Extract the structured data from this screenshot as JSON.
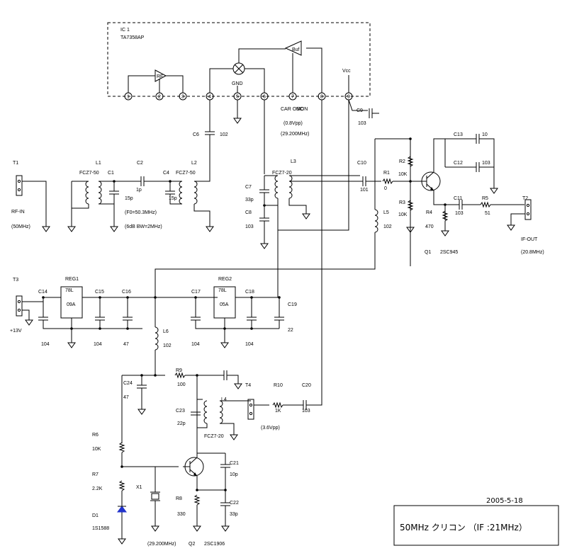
{
  "ic": {
    "label": "IC 1",
    "part": "TA7358AP",
    "pins": [
      "1",
      "2",
      "3",
      "4",
      "5",
      "6",
      "7",
      "8",
      "9"
    ],
    "rf_label": "RF",
    "mixer_gnd": "GND",
    "buf_label": "Buf",
    "car_osc": "CAR OSC",
    "mon": "MON",
    "vcc": "Vcc"
  },
  "notes": {
    "osc_level": "(0.8Vpp)",
    "osc_freq": "(29.200MHz)",
    "f0": "(F0=50.3MHz)",
    "bw": "(6dB BW=2MHz)"
  },
  "t1": {
    "ref": "T1",
    "name": "RF-IN",
    "freq": "(50MHz)"
  },
  "t2": {
    "ref": "T2",
    "name": "IF-OUT",
    "freq": "(20.8MHz)"
  },
  "t3": {
    "ref": "T3",
    "volt": "+13V"
  },
  "t4": {
    "ref": "T4",
    "level": "(3.6Vpp)"
  },
  "parts": {
    "L1": {
      "ref": "L1",
      "part": "FCZ7-50"
    },
    "L2": {
      "ref": "L2",
      "part": "FCZ7-50"
    },
    "L3": {
      "ref": "L3",
      "part": "FCZ7-20"
    },
    "L4": {
      "ref": "L4",
      "part": "FCZ7-20"
    },
    "L5": {
      "ref": "L5",
      "value": "102"
    },
    "L6": {
      "ref": "L6",
      "value": "102"
    },
    "C1": {
      "ref": "C1",
      "value": "15p"
    },
    "C2": {
      "ref": "C2",
      "value": "1p"
    },
    "C4": {
      "ref": "C4",
      "value": "15p"
    },
    "C6": {
      "ref": "C6",
      "value": "102"
    },
    "C7": {
      "ref": "C7",
      "value": "33p"
    },
    "C8": {
      "ref": "C8",
      "value": "103"
    },
    "C9": {
      "ref": "C9",
      "value": "103"
    },
    "C10": {
      "ref": "C10",
      "value": "101"
    },
    "C11": {
      "ref": "C11",
      "value": "103"
    },
    "C12": {
      "ref": "C12",
      "value": "103"
    },
    "C13": {
      "ref": "C13",
      "value": "10"
    },
    "C14": {
      "ref": "C14",
      "value": "104"
    },
    "C15": {
      "ref": "C15",
      "value": "104"
    },
    "C16": {
      "ref": "C16",
      "value": "47"
    },
    "C17": {
      "ref": "C17",
      "value": "104"
    },
    "C18": {
      "ref": "C18",
      "value": "104"
    },
    "C19": {
      "ref": "C19",
      "value": "22"
    },
    "C20": {
      "ref": "C20",
      "value": "103"
    },
    "C21": {
      "ref": "C21",
      "value": "10p"
    },
    "C22": {
      "ref": "C22",
      "value": "33p"
    },
    "C23": {
      "ref": "C23",
      "value": "22p"
    },
    "C24": {
      "ref": "C24",
      "value": "47"
    },
    "R1": {
      "ref": "R1",
      "value": "0"
    },
    "R2": {
      "ref": "R2",
      "value": "10K"
    },
    "R3": {
      "ref": "R3",
      "value": "10K"
    },
    "R4": {
      "ref": "R4",
      "value": "470"
    },
    "R5": {
      "ref": "R5",
      "value": "51"
    },
    "R6": {
      "ref": "R6",
      "value": "10K"
    },
    "R7": {
      "ref": "R7",
      "value": "2.2K"
    },
    "R8": {
      "ref": "R8",
      "value": "330"
    },
    "R9": {
      "ref": "R9",
      "value": "100"
    },
    "R10": {
      "ref": "R10",
      "value": "1K"
    },
    "REG1": {
      "ref": "REG1",
      "part": "78L",
      "suffix": "09A"
    },
    "REG2": {
      "ref": "REG2",
      "part": "78L",
      "suffix": "05A"
    },
    "Q1": {
      "ref": "Q1",
      "part": "2SC945"
    },
    "Q2": {
      "ref": "Q2",
      "part": "2SC1906"
    },
    "X1": {
      "ref": "X1",
      "freq": "(29.200MHz)"
    },
    "D1": {
      "ref": "D1",
      "part": "1S1588"
    }
  },
  "date": "2005-5-18",
  "title": "50MHz クリコン （IF :21MHz）"
}
